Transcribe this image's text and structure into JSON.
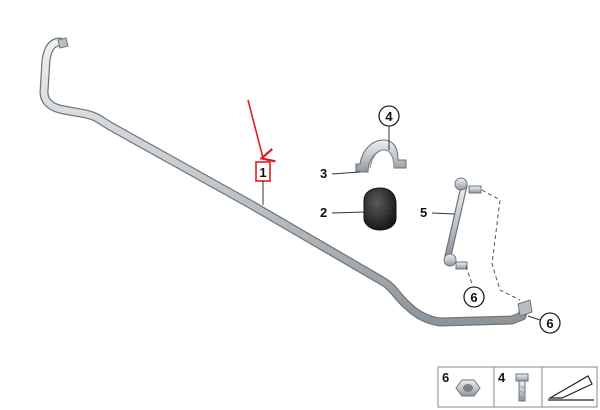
{
  "callouts": {
    "part_1": "1",
    "part_2": "2",
    "part_3": "3",
    "part_4": "4",
    "part_5": "5",
    "part_6_upper": "6",
    "part_6_lower": "6"
  },
  "legend": {
    "item_nut_number": "6",
    "item_bolt_number": "4"
  },
  "colors": {
    "highlight_arrow": "#e01e1e",
    "part_metal": "#c9cdd1",
    "part_outline": "#7d8489",
    "bushing": "#2c2c2c"
  },
  "icons": {
    "stabilizer_bar": "stabilizer-bar-icon",
    "rubber_bushing": "rubber-bushing-icon",
    "bracket": "bracket-icon",
    "link_rod": "link-rod-icon",
    "nut": "hex-nut-icon",
    "bolt": "bolt-icon",
    "scissor_marker": "tool-arrow-icon"
  }
}
